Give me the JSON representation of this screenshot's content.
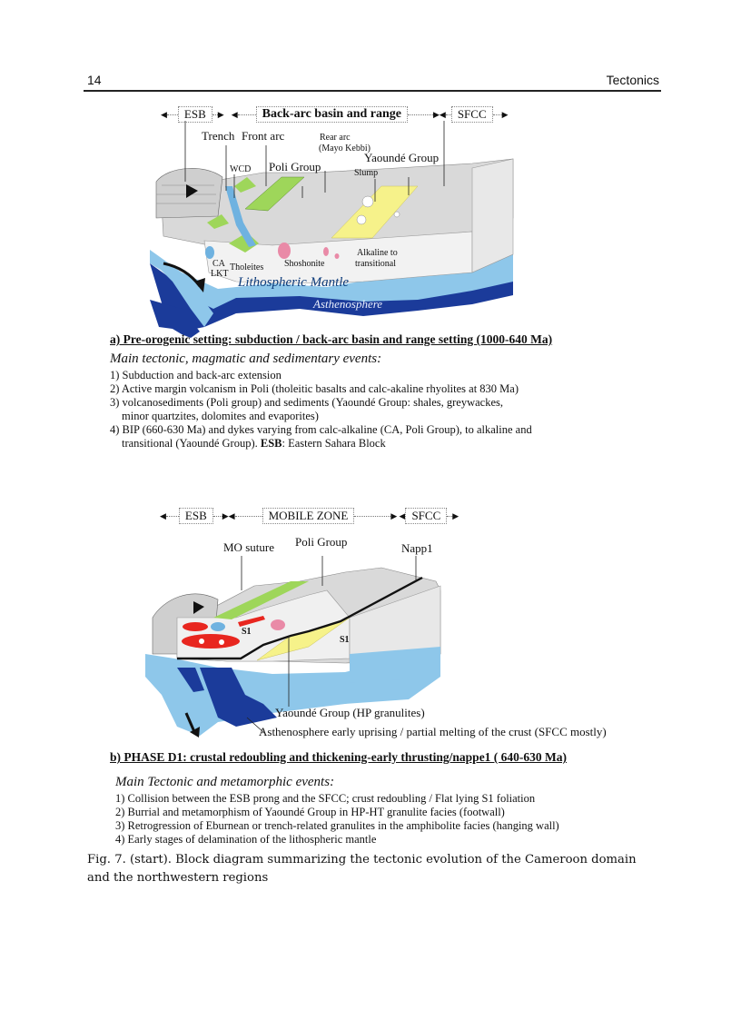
{
  "page": {
    "number": "14",
    "running_title": "Tectonics"
  },
  "figure_a": {
    "zones": {
      "left": "ESB",
      "middle": "Back-arc basin and range",
      "right": "SFCC"
    },
    "labels": {
      "trench": "Trench",
      "front_arc": "Front arc",
      "rear_arc": "Rear arc",
      "rear_arc_sub": "(Mayo Kebbi)",
      "wcd": "WCD",
      "poli_group": "Poli Group",
      "yaounde_group": "Yaoundé Group",
      "slump": "Slump",
      "ca": "CA",
      "lkt": "LKT",
      "tholeites": "Tholeites",
      "shoshonite": "Shoshonite",
      "alkaline": "Alkaline to",
      "transitional": "transitional",
      "lithospheric_mantle": "Lithospheric Mantle",
      "asthenosphere": "Asthenosphere"
    },
    "title": "a) Pre-orogenic setting: subduction / back-arc basin and range setting (1000-640 Ma)",
    "events_title": "Main tectonic, magmatic and sedimentary events:",
    "events": [
      "1) Subduction and back-arc extension",
      "2) Active margin volcanism in Poli (tholeitic basalts and calc-akaline rhyolites at 830 Ma)",
      "3) volcanosediments (Poli group) and sediments (Yaoundé Group: shales, greywackes,",
      "minor quartzites, dolomites and evaporites)",
      "4) BIP (660-630 Ma) and dykes varying from calc-alkaline (CA, Poli Group), to alkaline and",
      "transitional (Yaoundé Group).",
      "ESB",
      ": Eastern Sahara Block"
    ]
  },
  "figure_b": {
    "zones": {
      "left": "ESB",
      "middle": "MOBILE ZONE",
      "right": "SFCC"
    },
    "labels": {
      "mo_suture": "MO  suture",
      "poli_group": "Poli Group",
      "nappe": "Napp1",
      "s1_a": "S1",
      "s1_b": "S1",
      "yaounde_hp": "Yaoundé Group (HP granulites)",
      "asthenosphere_note": "Asthenosphere early uprising / partial melting of the crust (SFCC mostly)"
    },
    "title": "b) PHASE D1: crustal redoubling and thickening-early thrusting/nappe1 ( 640-630 Ma)",
    "events_title": "Main Tectonic and metamorphic events:",
    "events": [
      "1) Collision between the ESB prong and the SFCC; crust redoubling / Flat lying S1 foliation",
      "2) Burrial and metamorphism of Yaoundé Group in HP-HT granulite facies (footwall)",
      "3) Retrogression of Eburnean or trench-related granulites in the amphibolite facies (hanging wall)",
      "4) Early stages of delamination of the lithospheric mantle"
    ]
  },
  "caption": "Fig. 7. (start). Block diagram summarizing the tectonic evolution of the Cameroon domain and the northwestern regions",
  "colors": {
    "light_blue": "#8ec7ea",
    "dark_blue": "#1b3b9a",
    "green": "#9ed65a",
    "yellow": "#f6f28a",
    "grey": "#d9d9d9",
    "red": "#e8261f",
    "pink": "#e98aa7"
  }
}
